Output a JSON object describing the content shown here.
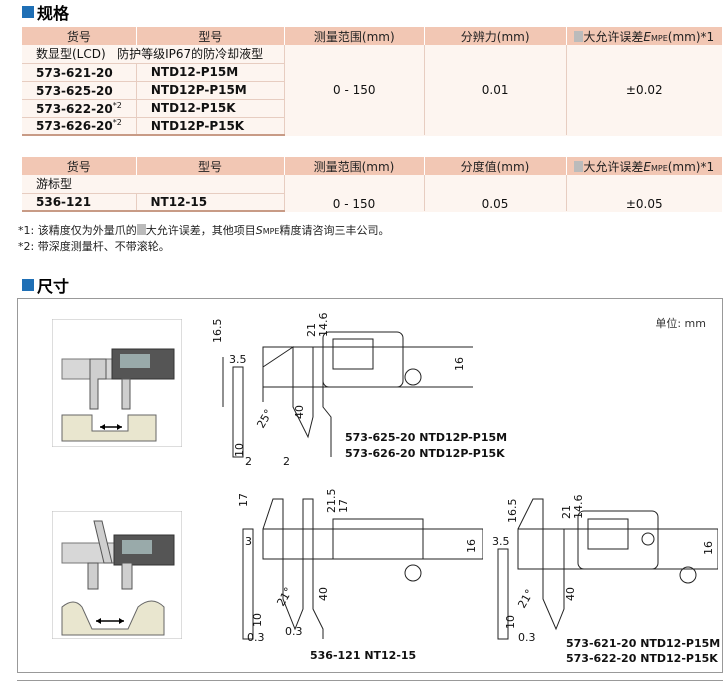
{
  "sections": {
    "spec_title": "规格",
    "dim_title": "尺寸"
  },
  "table1": {
    "headers": [
      "货号",
      "型号",
      "测量范围(mm)",
      "分辨力(mm)",
      "大允许误差",
      "(mm)*1"
    ],
    "header_emp": "E",
    "header_emp_sub": "MPE",
    "type_label": "数显型(LCD)",
    "type_desc": "防护等级IP67的防冷却液型",
    "rows": [
      {
        "code": "573-621-20",
        "sup": "",
        "model": "NTD12-P15M"
      },
      {
        "code": "573-625-20",
        "sup": "",
        "model": "NTD12P-P15M"
      },
      {
        "code": "573-622-20",
        "sup": "*2",
        "model": "NTD12-P15K"
      },
      {
        "code": "573-626-20",
        "sup": "*2",
        "model": "NTD12P-P15K"
      }
    ],
    "range": "0 - 150",
    "resolution": "0.01",
    "error": "±0.02"
  },
  "table2": {
    "headers": [
      "货号",
      "型号",
      "测量范围(mm)",
      "分度值(mm)",
      "大允许误差",
      "(mm)*1"
    ],
    "header_emp": "E",
    "header_emp_sub": "MPE",
    "type_label": "游标型",
    "code": "536-121",
    "model": "NT12-15",
    "range": "0 - 150",
    "resolution": "0.05",
    "error": "±0.05"
  },
  "notes": {
    "n1_a": "*1: 该精度仅为外量爪的",
    "n1_b": "大允许误差，其他项目",
    "n1_s": "S",
    "n1_sub": "MPE",
    "n1_c": "精度请咨询三丰公司。",
    "n2": "*2: 带深度测量杆、不带滚轮。"
  },
  "dims": {
    "unit": "单位: mm",
    "cap_top_1": "573-625-20  NTD12P-P15M",
    "cap_top_2": "573-626-20  NTD12P-P15K",
    "cap_mid": "536-121  NT12-15",
    "cap_right_1": "573-621-20  NTD12-P15M",
    "cap_right_2": "573-622-20  NTD12-P15K",
    "labels": {
      "a165": "16.5",
      "a21": "21",
      "a146": "14.6",
      "a16": "16",
      "a35": "3.5",
      "a40": "40",
      "a25": "25°",
      "a10": "10",
      "a2": "2",
      "a2b": "2",
      "b17": "17",
      "b215": "21.5",
      "b17b": "17",
      "b16": "16",
      "b3": "3",
      "b21": "21°",
      "b40": "40",
      "b10": "10",
      "b03": "0.3",
      "b03b": "0.3",
      "c165": "16.5",
      "c21": "21",
      "c146": "14.6",
      "c16": "16",
      "c35": "3.5",
      "c21d": "21°",
      "c40": "40",
      "c10": "10",
      "c03": "0.3"
    }
  }
}
